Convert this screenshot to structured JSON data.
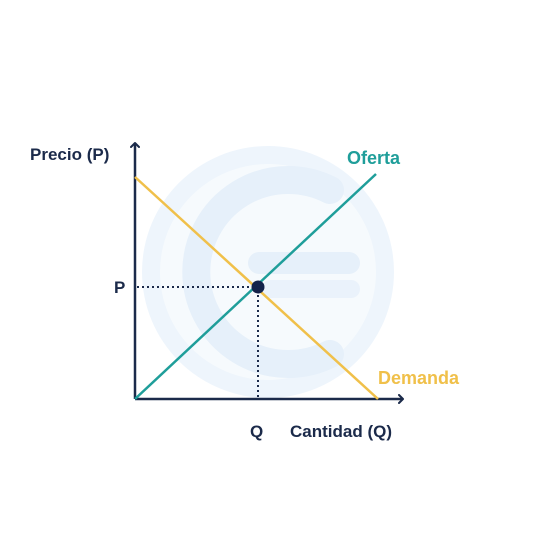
{
  "diagram": {
    "y_axis_label": "Precio (P)",
    "x_axis_label": "Cantidad (Q)",
    "price_mark": "P",
    "quantity_mark": "Q",
    "supply_label": "Oferta",
    "demand_label": "Demanda"
  },
  "colors": {
    "axis": "#1b2a4a",
    "supply": "#1f9e9a",
    "demand": "#f0c04a",
    "equilibrium": "#13224a",
    "text": "#1b2a4a",
    "watermark": "#e9f2fb"
  },
  "icons": {
    "watermark": "logo-watermark-icon"
  }
}
